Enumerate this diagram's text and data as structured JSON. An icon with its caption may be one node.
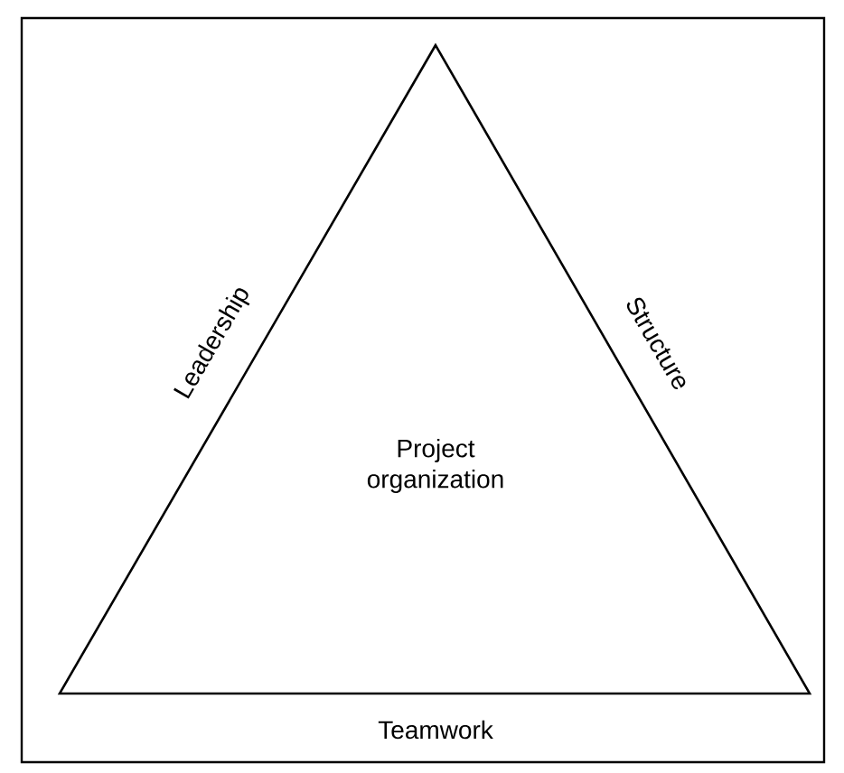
{
  "diagram": {
    "nodes": [
      {
        "text": [
          "Project organization"
        ]
      }
    ],
    "edges": [],
    "labels": [
      "Leadership",
      "Structure",
      "Teamwork"
    ]
  }
}
